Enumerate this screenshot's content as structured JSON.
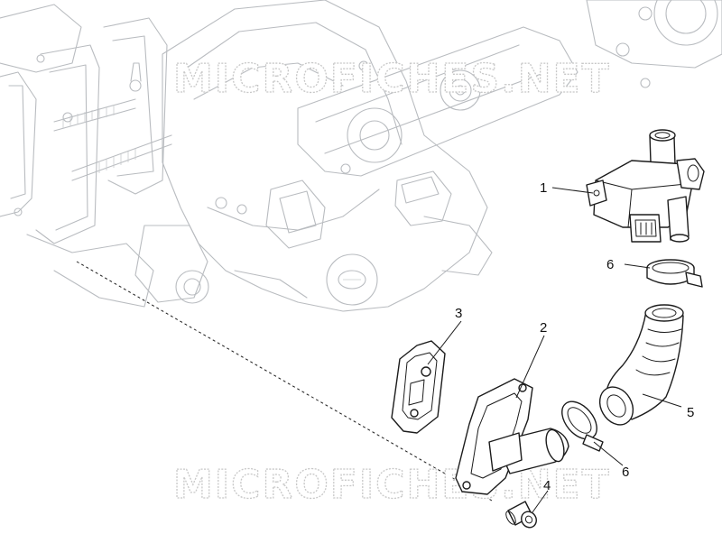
{
  "watermark": {
    "text": "MICROFICHES.NET"
  },
  "callouts": [
    {
      "id": "1",
      "label": "1"
    },
    {
      "id": "2",
      "label": "2"
    },
    {
      "id": "3",
      "label": "3"
    },
    {
      "id": "4",
      "label": "4"
    },
    {
      "id": "5",
      "label": "5"
    },
    {
      "id": "6a",
      "label": "6"
    },
    {
      "id": "6b",
      "label": "6"
    }
  ],
  "colors": {
    "part_stroke": "#1c1c1c",
    "background_stroke": "#b9bcc0",
    "watermark_stroke": "#c8c8c8"
  }
}
